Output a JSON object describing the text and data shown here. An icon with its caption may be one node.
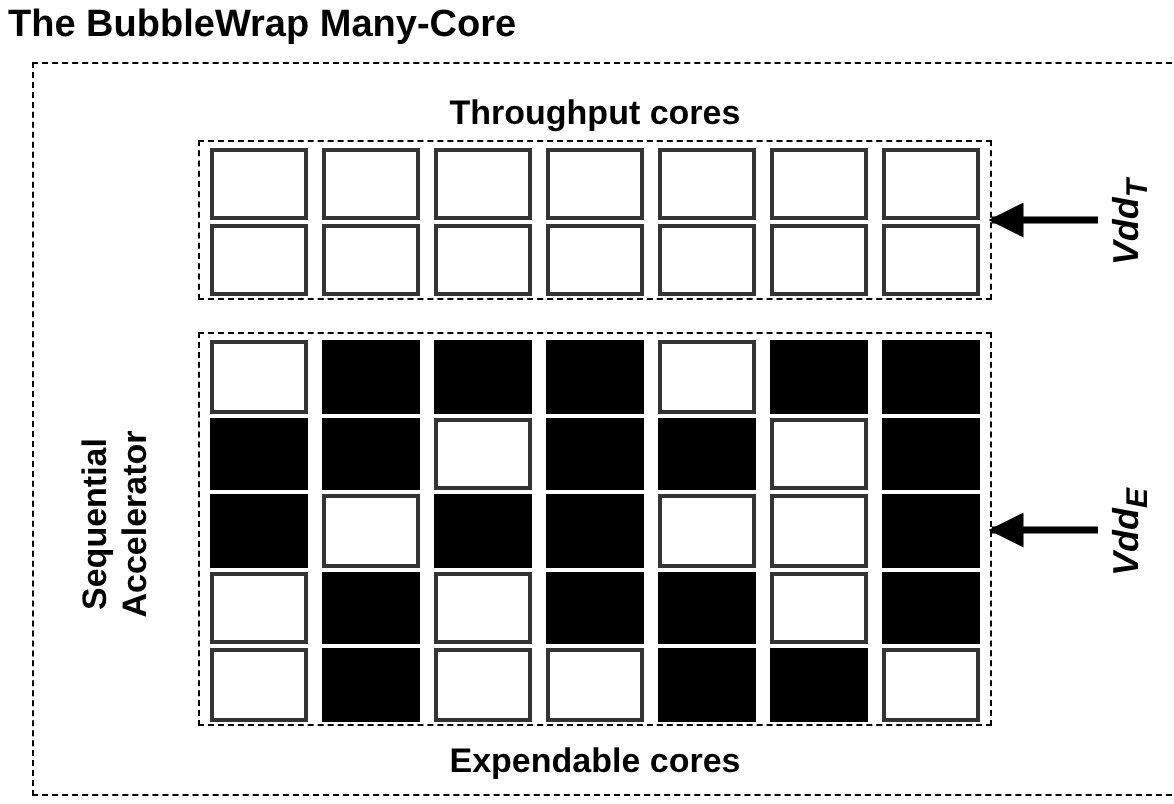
{
  "diagram": {
    "title": "The BubbleWrap Many-Core",
    "nodes": [
      {
        "text": [],
        "shape": "box"
      },
      {
        "text": [
          "Throughput cores"
        ],
        "in": 0
      },
      {
        "text": [],
        "shape": "box",
        "in": 1
      },
      {
        "text": [],
        "shape": "box",
        "in": 1
      },
      {
        "text": [],
        "shape": "box",
        "in": 1
      },
      {
        "text": [],
        "shape": "box",
        "in": 1
      },
      {
        "text": [],
        "shape": "box",
        "in": 1
      },
      {
        "text": [],
        "shape": "box",
        "in": 1
      },
      {
        "text": [],
        "shape": "box",
        "in": 1
      },
      {
        "text": [],
        "shape": "box",
        "in": 1
      },
      {
        "text": [],
        "shape": "box",
        "in": 1
      },
      {
        "text": [],
        "shape": "box",
        "in": 1
      },
      {
        "text": [],
        "shape": "box",
        "in": 1
      },
      {
        "text": [],
        "shape": "box",
        "in": 1
      },
      {
        "text": [],
        "shape": "box",
        "in": 1
      },
      {
        "text": [],
        "shape": "box",
        "in": 1
      },
      {
        "text": [
          "Expendable cores"
        ],
        "in": 0
      },
      {
        "text": [],
        "shape": "box",
        "in": 16
      },
      {
        "text": [],
        "shape": "block",
        "in": 16
      },
      {
        "text": [],
        "shape": "block",
        "in": 16
      },
      {
        "text": [],
        "shape": "block",
        "in": 16
      },
      {
        "text": [],
        "shape": "box",
        "in": 16
      },
      {
        "text": [],
        "shape": "block",
        "in": 16
      },
      {
        "text": [],
        "shape": "block",
        "in": 16
      },
      {
        "text": [],
        "shape": "block",
        "in": 16
      },
      {
        "text": [],
        "shape": "block",
        "in": 16
      },
      {
        "text": [],
        "shape": "box",
        "in": 16
      },
      {
        "text": [],
        "shape": "block",
        "in": 16
      },
      {
        "text": [],
        "shape": "block",
        "in": 16
      },
      {
        "text": [],
        "shape": "box",
        "in": 16
      },
      {
        "text": [],
        "shape": "block",
        "in": 16
      },
      {
        "text": [],
        "shape": "block",
        "in": 16
      },
      {
        "text": [],
        "shape": "box",
        "in": 16
      },
      {
        "text": [],
        "shape": "block",
        "in": 16
      },
      {
        "text": [],
        "shape": "block",
        "in": 16
      },
      {
        "text": [],
        "shape": "box",
        "in": 16
      },
      {
        "text": [],
        "shape": "box",
        "in": 16
      },
      {
        "text": [],
        "shape": "block",
        "in": 16
      },
      {
        "text": [],
        "shape": "box",
        "in": 16
      },
      {
        "text": [],
        "shape": "block",
        "in": 16
      },
      {
        "text": [],
        "shape": "box",
        "in": 16
      },
      {
        "text": [],
        "shape": "block",
        "in": 16
      },
      {
        "text": [],
        "shape": "block",
        "in": 16
      },
      {
        "text": [],
        "shape": "box",
        "in": 16
      },
      {
        "text": [],
        "shape": "block",
        "in": 16
      },
      {
        "text": [],
        "shape": "box",
        "in": 16
      },
      {
        "text": [],
        "shape": "block",
        "in": 16
      },
      {
        "text": [],
        "shape": "box",
        "in": 16
      },
      {
        "text": [],
        "shape": "box",
        "in": 16
      },
      {
        "text": [],
        "shape": "block",
        "in": 16
      },
      {
        "text": [],
        "shape": "block",
        "in": 16
      },
      {
        "text": [],
        "shape": "box",
        "in": 16
      },
      {
        "text": [
          "Vdd$_{T}$"
        ],
        "in": 0
      },
      {
        "text": [
          "Vdd$_{E}$"
        ],
        "in": 0
      }
    ],
    "edges": [
      {
        "from": 52,
        "to": 1,
        "arrow": "to"
      },
      {
        "from": 53,
        "to": 16,
        "arrow": "to"
      }
    ],
    "labels": [
      "Sequential Accelerator"
    ]
  }
}
